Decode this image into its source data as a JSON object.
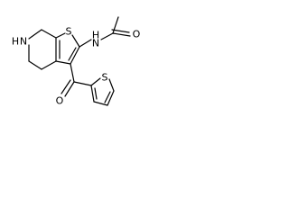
{
  "atoms": {
    "amide_h": "H",
    "amide_n": "N",
    "carbonyl_o_amide": "O",
    "ring_s": "S",
    "ring_nh_h": "H",
    "ring_nh_n": "N",
    "ketone_o": "O",
    "thiophene_s": "S"
  },
  "colors": {
    "bond": "#000000",
    "label": "#000000",
    "background": "#ffffff"
  }
}
